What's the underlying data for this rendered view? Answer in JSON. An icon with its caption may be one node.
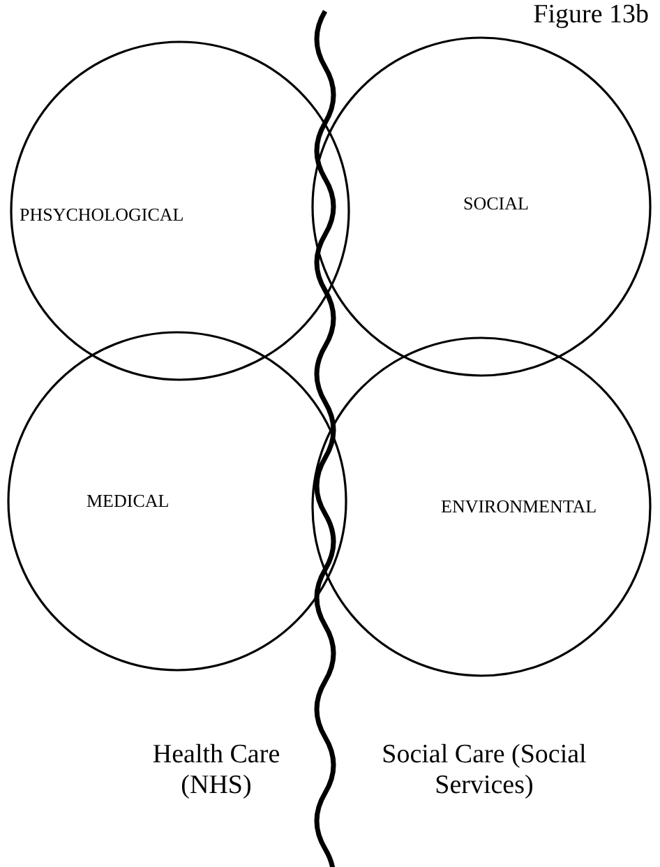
{
  "diagram": {
    "title": "Figure 13b",
    "nodes": [
      {
        "text": [
          "PHSYCHOLOGICAL"
        ]
      },
      {
        "text": [
          "SOCIAL"
        ]
      },
      {
        "text": [
          "MEDICAL"
        ]
      },
      {
        "text": [
          "ENVIRONMENTAL"
        ]
      }
    ],
    "edges": [],
    "labels": [
      "Health Care (NHS)",
      "Social Care (Social Services)"
    ]
  }
}
